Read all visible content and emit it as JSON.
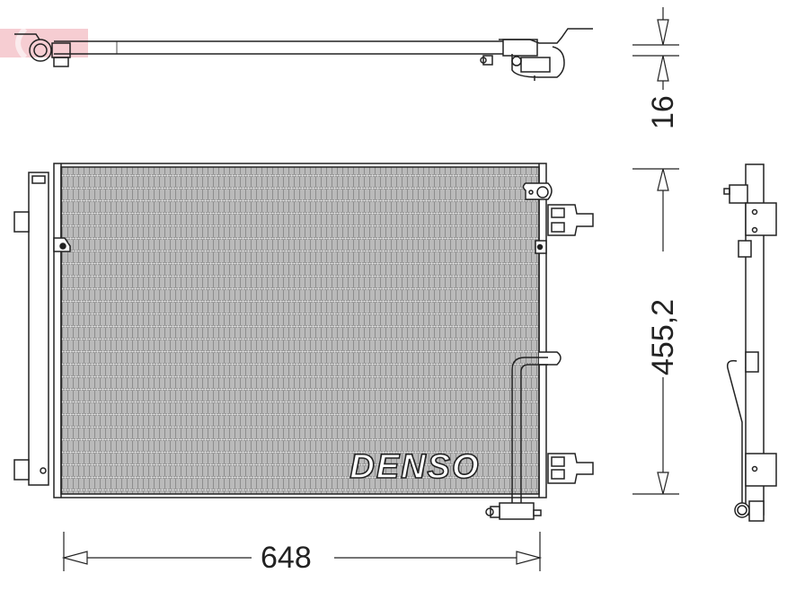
{
  "drawing": {
    "subject": "condenser-technical-drawing",
    "brand_logo_text": "DENSO",
    "views": [
      "top-view",
      "front-view",
      "side-view"
    ],
    "colors": {
      "line": "#222222",
      "core_fill": "#d9d9d9",
      "core_pattern": "#8a8a8a",
      "watermark": "#e8a0a8",
      "background": "#ffffff"
    }
  },
  "dimensions": {
    "width": {
      "value": "648",
      "unit": "mm"
    },
    "height": {
      "value": "455,2",
      "unit": "mm"
    },
    "thickness": {
      "value": "16",
      "unit": "mm"
    }
  }
}
